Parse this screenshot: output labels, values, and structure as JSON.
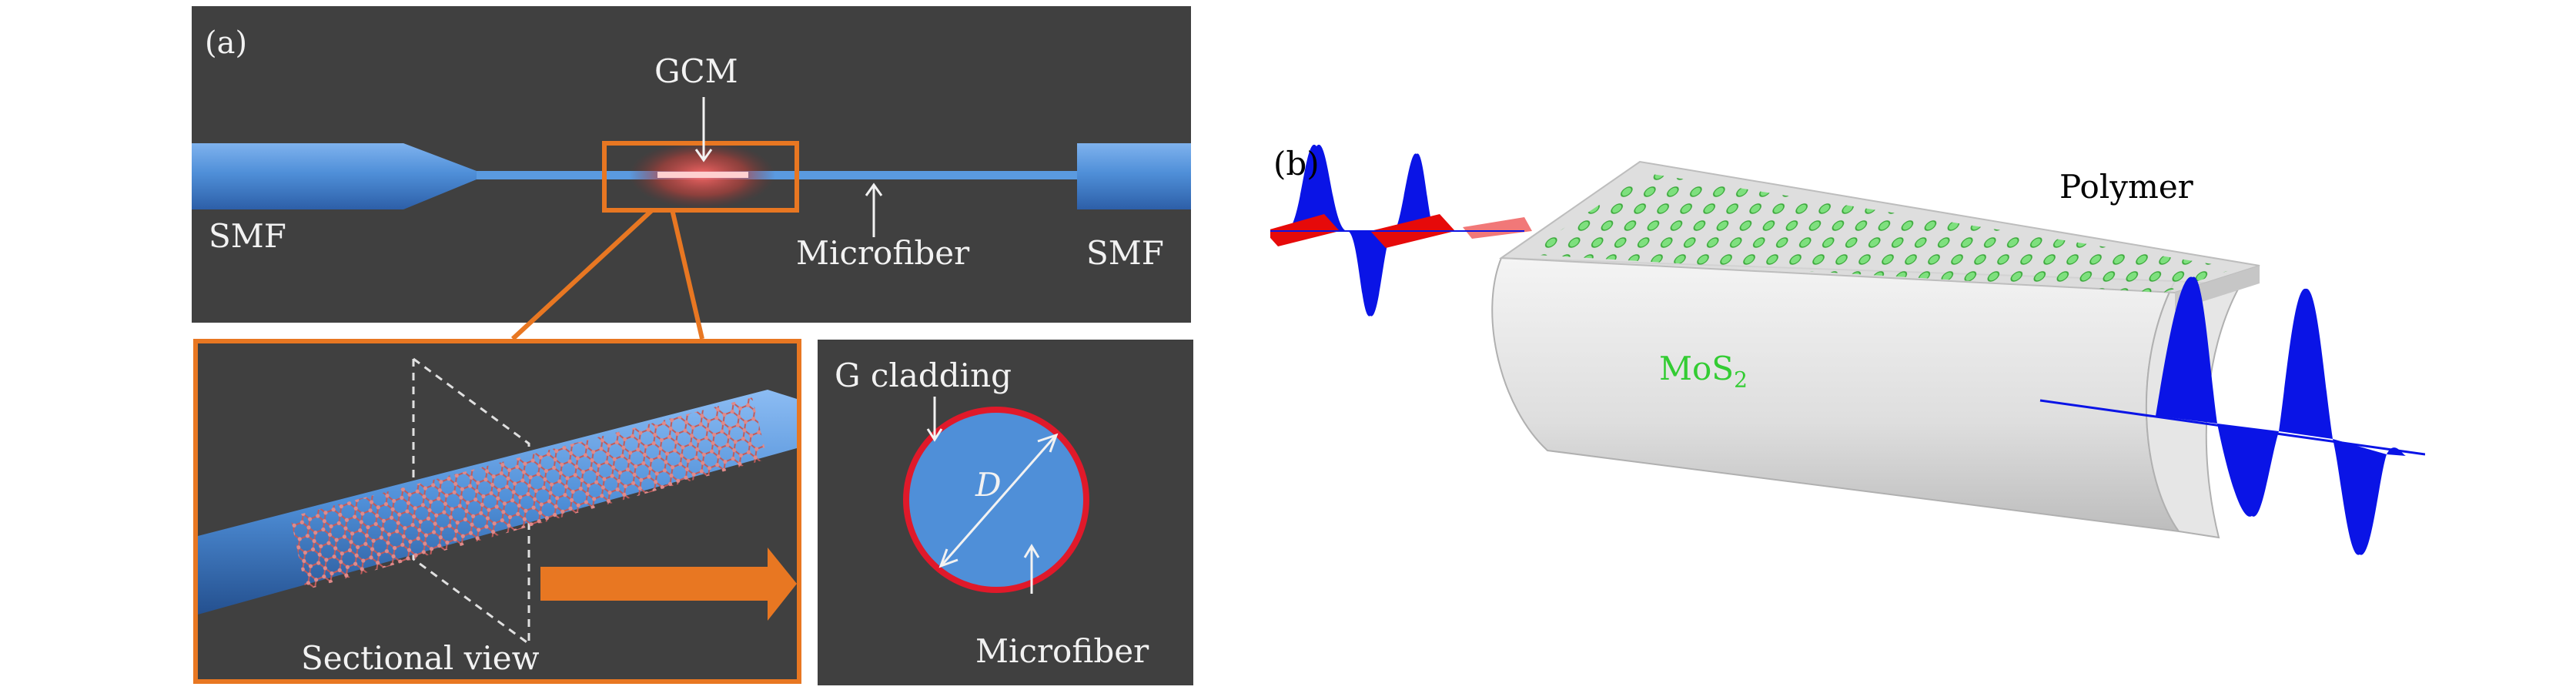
{
  "panel_a": {
    "tag": "(a)",
    "labels": {
      "gcm": "GCM",
      "smf_left": "SMF",
      "smf_right": "SMF",
      "microfiber": "Microfiber",
      "sectional_view": "Sectional view",
      "g_cladding": "G cladding",
      "diameter": "D",
      "microfiber_section": "Microfiber"
    }
  },
  "panel_b": {
    "tag": "(b)",
    "labels": {
      "polymer": "Polymer",
      "mos2": "MoS",
      "mos2_subscript": "2"
    }
  },
  "colors": {
    "panel_bg": "#404040",
    "fiber_blue": "#4f8fd8",
    "highlight_orange": "#e87722",
    "cladding_red": "#e0192a",
    "mos2_green": "#33cc33",
    "wave_blue": "#0a14e6",
    "wave_red": "#e60a0a"
  }
}
